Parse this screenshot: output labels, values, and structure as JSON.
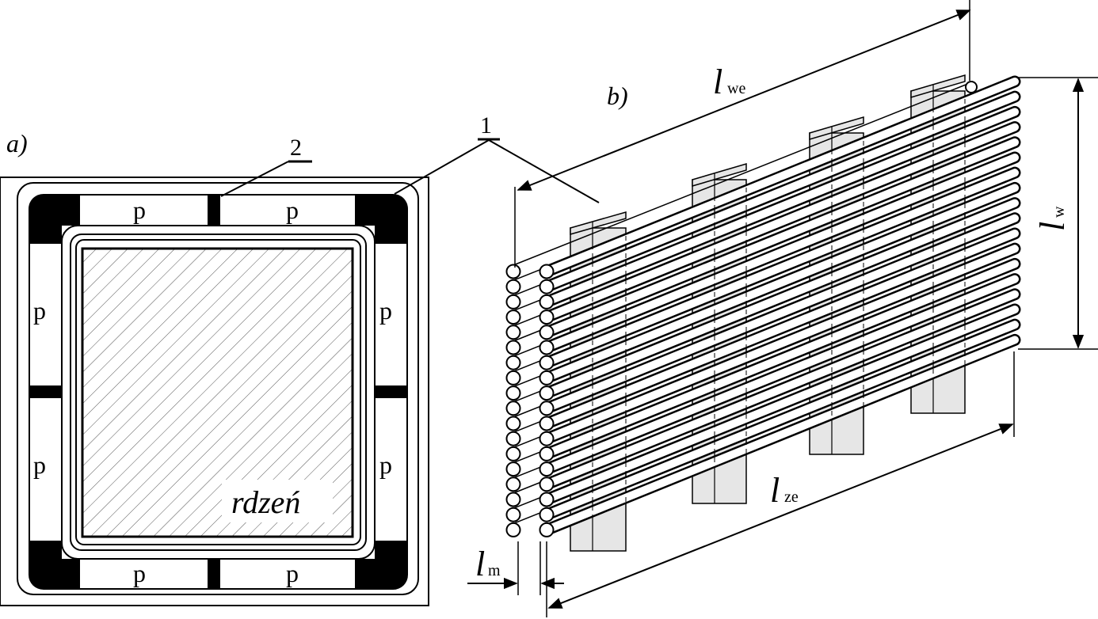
{
  "panel_a": {
    "label": "a)",
    "spacer_label": "p",
    "core_label": "rdzeń",
    "callout_2": "2"
  },
  "panel_b": {
    "label": "b)",
    "callout_1": "1",
    "dim_we": {
      "symbol": "l",
      "sub": "we"
    },
    "dim_w": {
      "symbol": "l",
      "sub": "w"
    },
    "dim_ze": {
      "symbol": "l",
      "sub": "ze"
    },
    "dim_m": {
      "symbol": "l",
      "sub": "m"
    }
  },
  "colors": {
    "stroke": "#000000",
    "fill_gray": "#e6e6e6",
    "fill_black": "#000000",
    "background": "#ffffff"
  },
  "figure": {
    "conductor_rows": 18,
    "spacer_bars": 4
  }
}
